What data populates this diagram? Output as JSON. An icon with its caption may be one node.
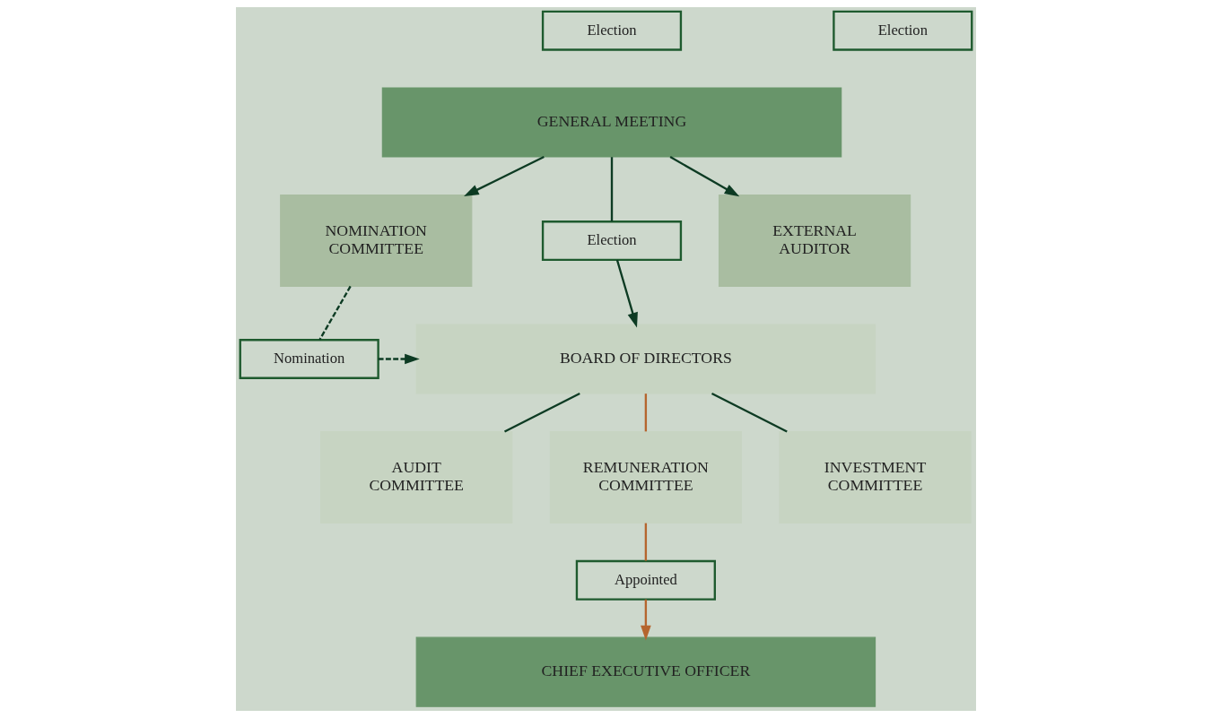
{
  "diagram": {
    "nodes": [
      {
        "text": [
          "Election"
        ]
      },
      {
        "text": [
          "GENERAL MEETING"
        ]
      },
      {
        "text": [
          "Election"
        ]
      },
      {
        "text": [
          "NOMINATION COMMITTEE"
        ]
      },
      {
        "text": [
          "Election"
        ]
      },
      {
        "text": [
          "EXTERNAL AUDITOR"
        ]
      },
      {
        "text": [
          "Nomination"
        ]
      },
      {
        "text": [
          "BOARD OF DIRECTORS"
        ]
      },
      {
        "text": [
          "AUDIT COMMITTEE"
        ]
      },
      {
        "text": [
          "REMUNERATION COMMITTEE"
        ]
      },
      {
        "text": [
          "INVESTMENT COMMITTEE"
        ]
      },
      {
        "text": [
          "Appointed"
        ]
      },
      {
        "text": [
          "CHIEF EXECUTIVE OFFICER"
        ]
      }
    ],
    "edges": [
      {
        "from": 1,
        "to": 3,
        "arrow": "to"
      },
      {
        "from": 1,
        "to": 5,
        "arrow": "to"
      },
      {
        "from": 1,
        "to": 4,
        "arrow": "none"
      },
      {
        "from": 4,
        "to": 7,
        "arrow": "to"
      },
      {
        "from": 3,
        "to": 6,
        "arrow": "none",
        "style": "dashed"
      },
      {
        "from": 6,
        "to": 7,
        "arrow": "to",
        "style": "dashed"
      },
      {
        "from": 7,
        "to": 8,
        "arrow": "none"
      },
      {
        "from": 7,
        "to": 9,
        "arrow": "none",
        "color": "#b5652e"
      },
      {
        "from": 7,
        "to": 10,
        "arrow": "none"
      },
      {
        "from": 9,
        "to": 11,
        "arrow": "none",
        "color": "#b5652e"
      },
      {
        "from": 11,
        "to": 12,
        "arrow": "to",
        "color": "#b5652e"
      }
    ]
  }
}
